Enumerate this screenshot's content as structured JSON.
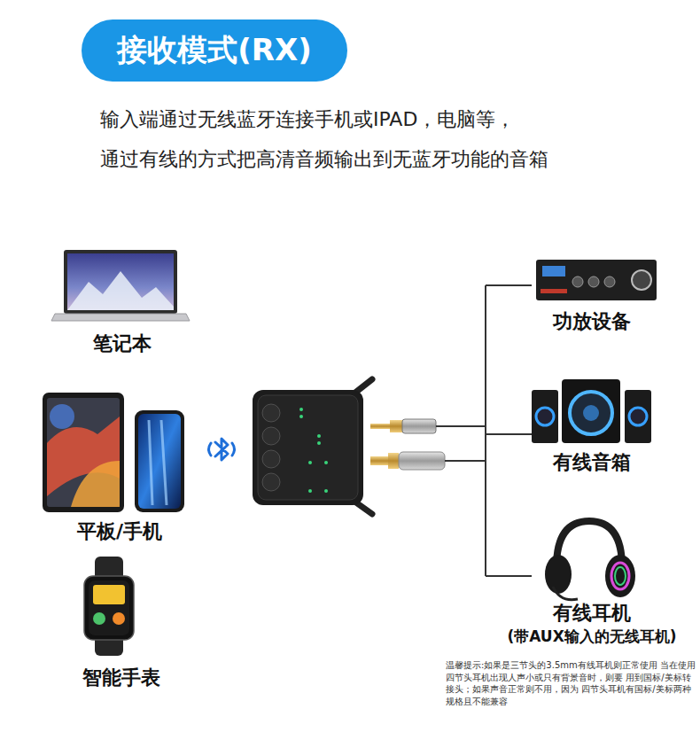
{
  "diagram": {
    "title": "接收模式(RX)",
    "nodes": [
      {
        "text": [
          "笔记本"
        ]
      },
      {
        "text": [
          "平板/手机"
        ]
      },
      {
        "text": [
          "智能手表"
        ]
      },
      {
        "text": [
          "功放设备"
        ]
      },
      {
        "text": [
          "有线音箱"
        ]
      },
      {
        "text": [
          "有线耳机",
          "(带AUX输入的无线耳机)"
        ]
      }
    ],
    "labels": [
      "输入端通过无线蓝牙连接手机或IPAD，电脑等， 通过有线的方式把高清音频输出到无蓝牙功能的音箱",
      "温馨提示:如果是三节头的3.5mm有线耳机则正常使用 当在使用四节头耳机出现人声小或只有背景音时，则要 用到国标/美标转接头；如果声音正常则不用，因为 四节头耳机有国标/美标两种规格且不能兼容"
    ]
  }
}
